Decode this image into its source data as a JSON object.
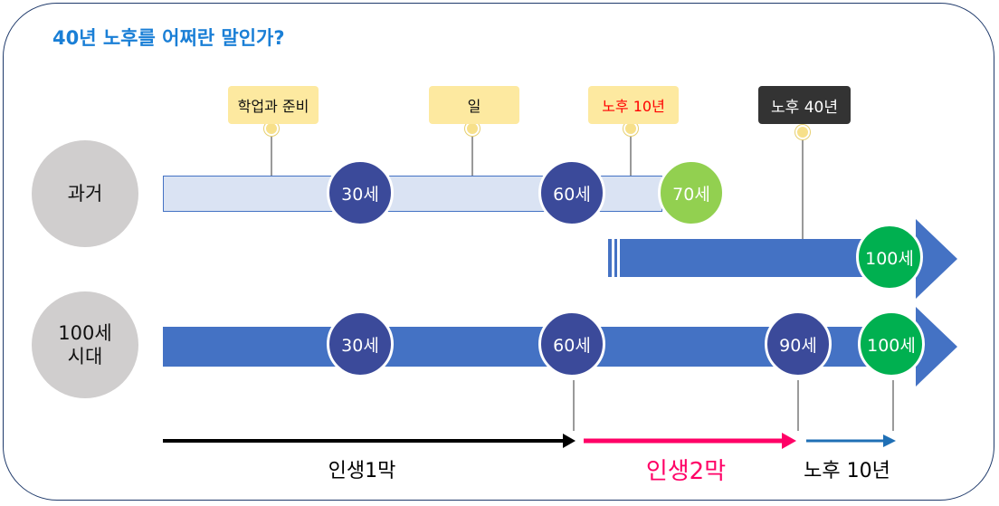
{
  "title": "40년 노후를 어쩌란 말인가?",
  "rows": {
    "past": {
      "label": "과거"
    },
    "century": {
      "label": "100세\n시대"
    }
  },
  "tags": {
    "study": "학업과 준비",
    "work": "일",
    "retire_past": "노후 10년",
    "retire_now": "노후 40년"
  },
  "ages": {
    "past_30": "30세",
    "past_60": "60세",
    "past_70": "70세",
    "ext_100": "100세",
    "now_30": "30세",
    "now_60": "60세",
    "now_90": "90세",
    "now_100": "100세"
  },
  "phases": {
    "act1": {
      "label": "인생1막",
      "color": "#000000"
    },
    "act2": {
      "label": "인생2막",
      "color": "#ff0066"
    },
    "retirement": {
      "label": "노후 10년",
      "color": "#1f6fb5"
    }
  },
  "colors": {
    "navy": "#3b4a9a",
    "green": "#00b050",
    "lime": "#92d050",
    "bar_blue": "#4472c4",
    "bar_light": "#dae3f3",
    "title_blue": "#1a7fd6"
  }
}
